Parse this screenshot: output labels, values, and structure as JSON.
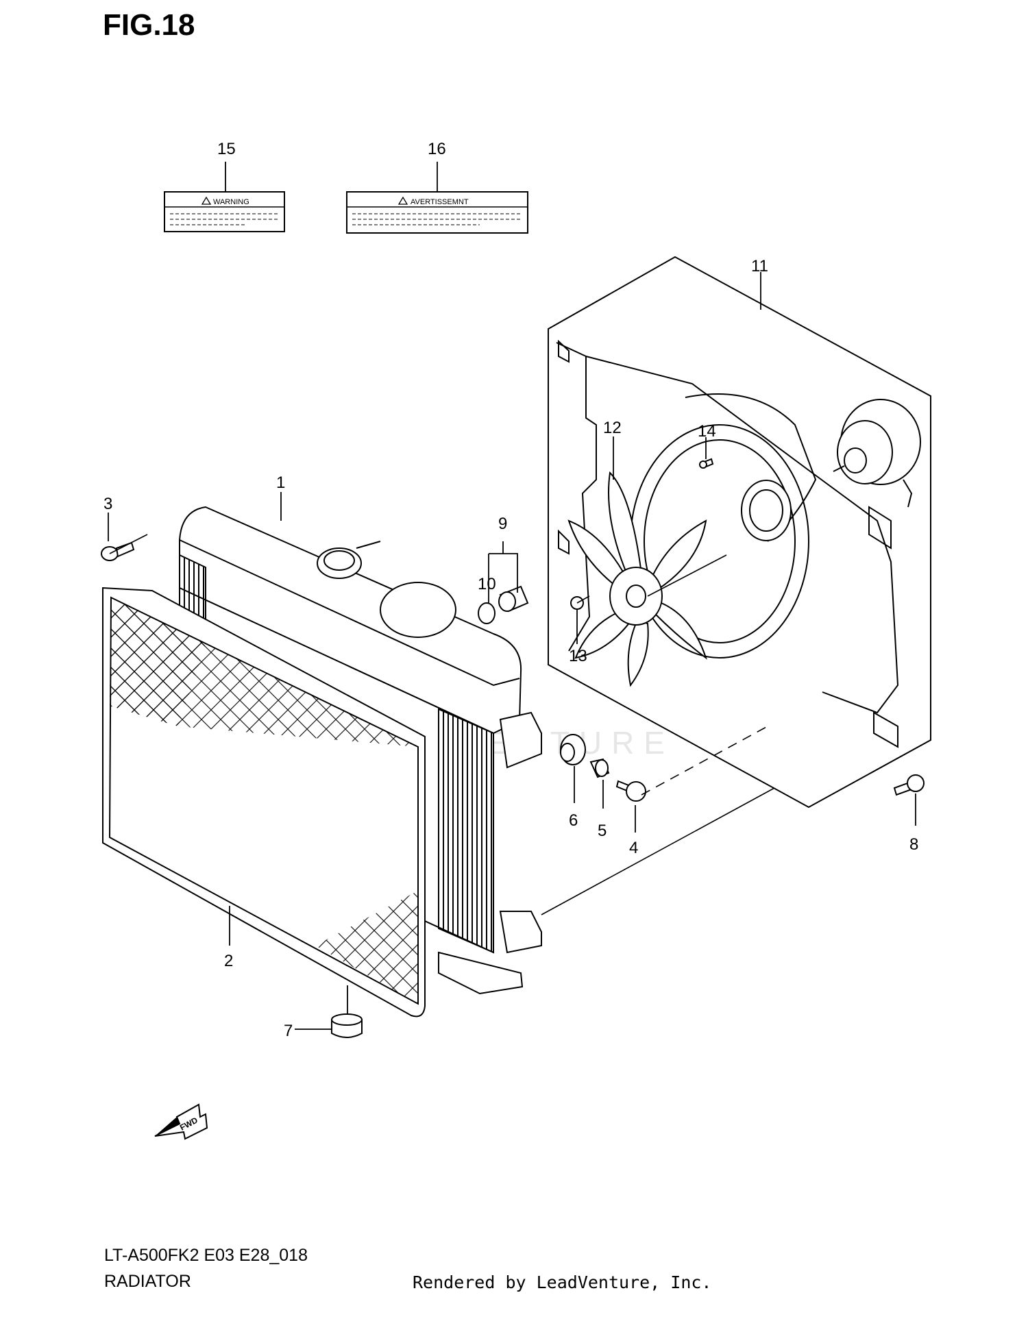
{
  "figure": {
    "title": "FIG.18"
  },
  "footer": {
    "model_code": "LT-A500FK2 E03 E28_018",
    "section_name": "RADIATOR",
    "credit": "Rendered by LeadVenture, Inc."
  },
  "watermark": "LEADVENTURE",
  "labels": {
    "warning": "WARNING",
    "avertissement": "AVERTISSEMNT",
    "fwd": "FWD"
  },
  "callouts": {
    "c1": "1",
    "c2": "2",
    "c3": "3",
    "c4": "4",
    "c5": "5",
    "c6": "6",
    "c7": "7",
    "c8": "8",
    "c9": "9",
    "c10": "10",
    "c11": "11",
    "c12": "12",
    "c13": "13",
    "c14": "14",
    "c15": "15",
    "c16": "16"
  }
}
